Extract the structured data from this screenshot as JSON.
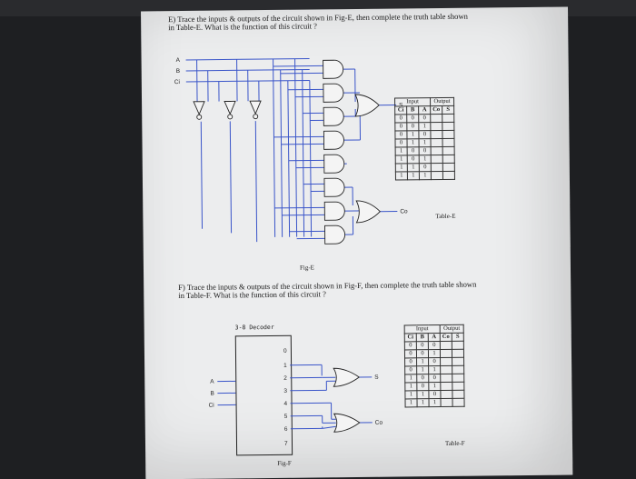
{
  "question_e": {
    "line1": "E) Trace the inputs & outputs of the circuit shown in Fig-E, then complete the truth table shown",
    "line2": "in Table-E.  What is the function of this circuit ?"
  },
  "fig_e": {
    "caption": "Fig-E",
    "inputs": [
      "A",
      "B",
      "Ci"
    ],
    "outputs": [
      "S",
      "Co"
    ]
  },
  "table_e": {
    "caption": "Table-E",
    "group_headers": [
      "Input",
      "Output"
    ],
    "columns": [
      "Ci",
      "B",
      "A",
      "Co",
      "S"
    ],
    "rows": [
      [
        "0",
        "0",
        "0",
        "",
        ""
      ],
      [
        "0",
        "0",
        "1",
        "",
        ""
      ],
      [
        "0",
        "1",
        "0",
        "",
        ""
      ],
      [
        "0",
        "1",
        "1",
        "",
        ""
      ],
      [
        "1",
        "0",
        "0",
        "",
        ""
      ],
      [
        "1",
        "0",
        "1",
        "",
        ""
      ],
      [
        "1",
        "1",
        "0",
        "",
        ""
      ],
      [
        "1",
        "1",
        "1",
        "",
        ""
      ]
    ]
  },
  "question_f": {
    "line1": "F)  Trace the inputs & outputs of the circuit shown in Fig-F, then complete the truth table shown",
    "line2": "in Table-F.  What is the function of this circuit ?"
  },
  "fig_f": {
    "caption": "Fig-F",
    "decoder_title": "3-8 Decoder",
    "inputs": [
      "A",
      "B",
      "Ci"
    ],
    "decoder_pins": [
      "0",
      "1",
      "2",
      "3",
      "4",
      "5",
      "6",
      "7"
    ],
    "outputs": [
      "S",
      "Co"
    ]
  },
  "table_f": {
    "caption": "Table-F",
    "group_headers": [
      "Input",
      "Output"
    ],
    "columns": [
      "Ci",
      "B",
      "A",
      "Co",
      "S"
    ],
    "rows": [
      [
        "0",
        "0",
        "0",
        "",
        ""
      ],
      [
        "0",
        "0",
        "1",
        "",
        ""
      ],
      [
        "0",
        "1",
        "0",
        "",
        ""
      ],
      [
        "0",
        "1",
        "1",
        "",
        ""
      ],
      [
        "1",
        "0",
        "0",
        "",
        ""
      ],
      [
        "1",
        "0",
        "1",
        "",
        ""
      ],
      [
        "1",
        "1",
        "0",
        "",
        ""
      ],
      [
        "1",
        "1",
        "1",
        "",
        ""
      ]
    ]
  },
  "colors": {
    "paper": "#ecedee",
    "wire_blue": "#3a55c9",
    "ink": "#1b1b1b",
    "background": "#1e1f22"
  }
}
